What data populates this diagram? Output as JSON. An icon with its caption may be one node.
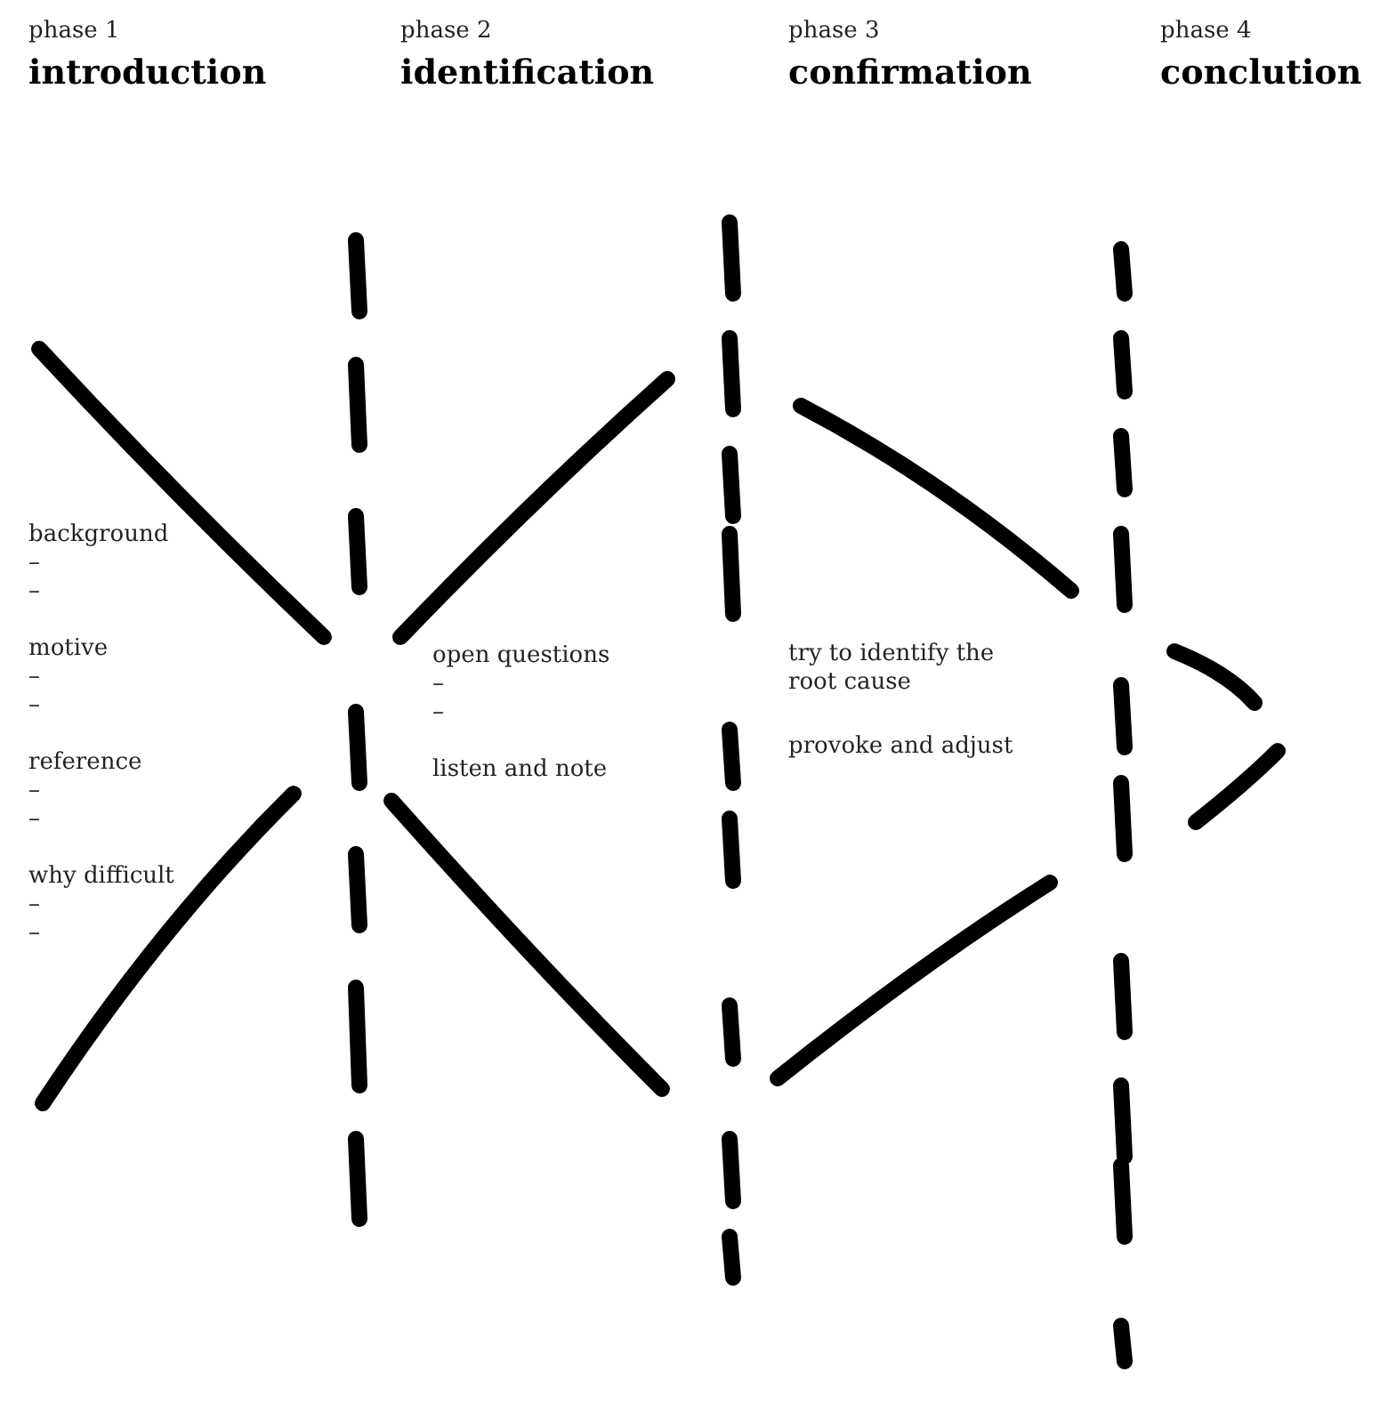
{
  "diagram": {
    "labels": [
      "phase 1",
      "introduction",
      "phase 2",
      "identification",
      "phase 3",
      "confirmation",
      "phase 4",
      "conclution",
      "background",
      "–",
      "–",
      "motive",
      "–",
      "–",
      "reference",
      "–",
      "–",
      "why difficult",
      "–",
      "–",
      "open questions",
      "–",
      "–",
      "listen and note",
      "try to identify the root cause",
      "provoke and adjust"
    ]
  }
}
